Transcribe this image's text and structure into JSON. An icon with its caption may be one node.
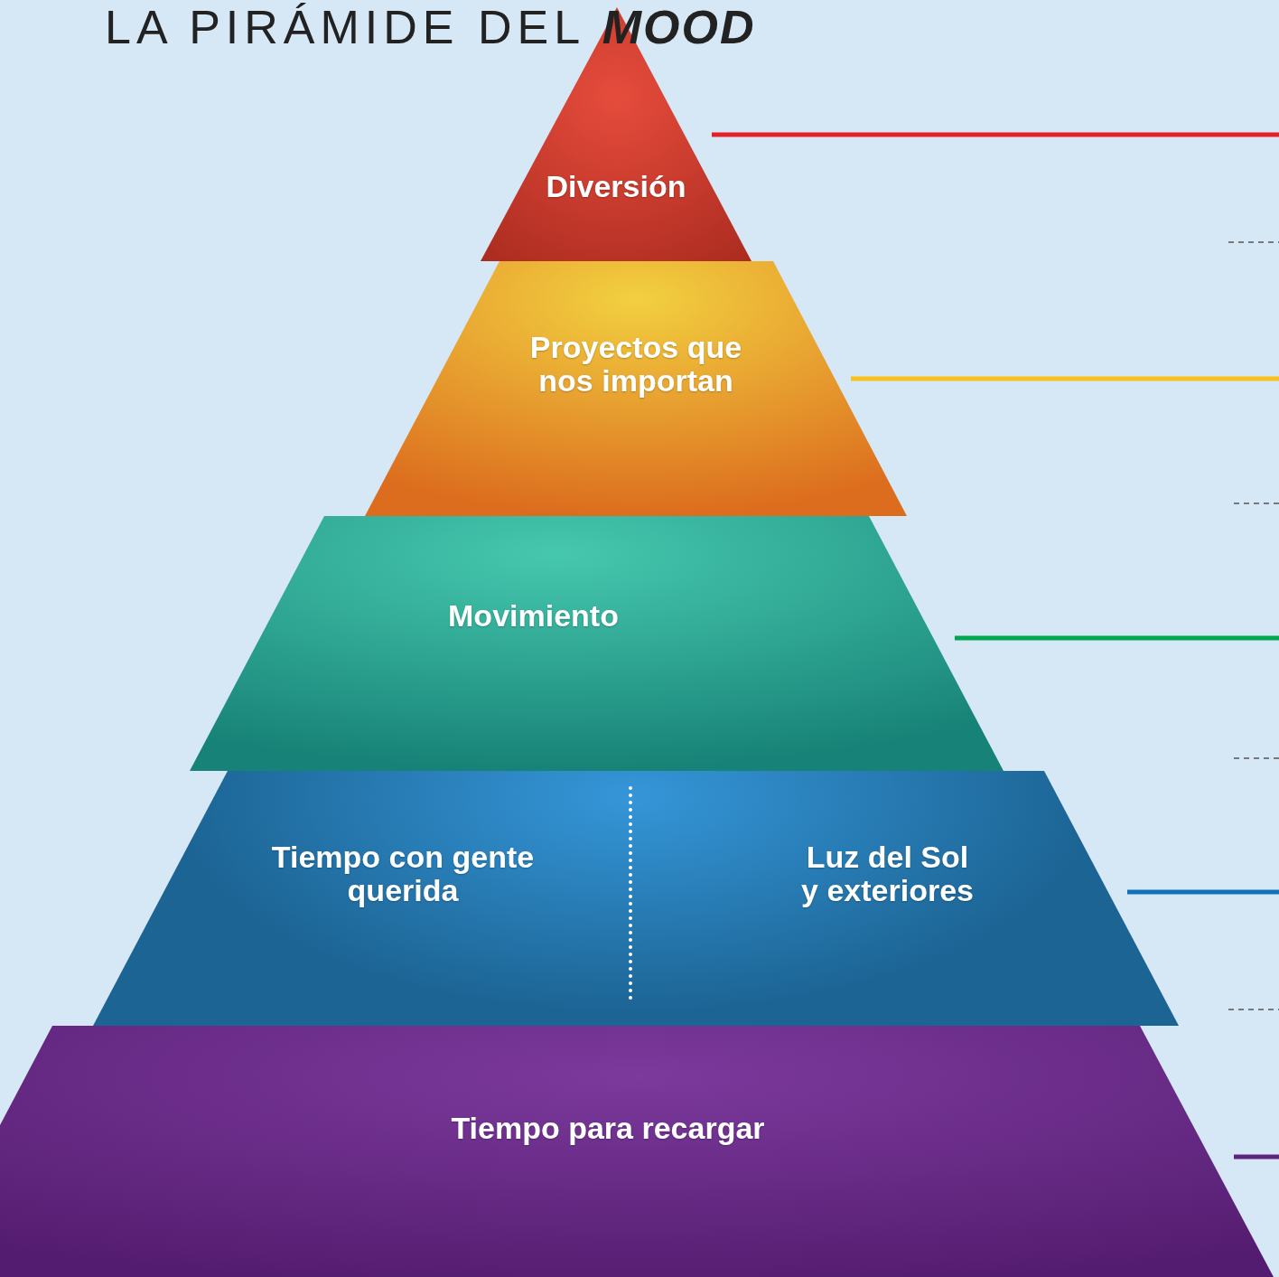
{
  "diagram": {
    "title": "LA PIRÁMIDE DEL **MOOD**",
    "nodes": [
      {
        "text": [
          "Diversión"
        ]
      },
      {
        "text": [
          "Proyectos que nos importan"
        ]
      },
      {
        "text": [
          "Movimiento"
        ]
      },
      {
        "text": [
          "Tiempo con gente querida"
        ]
      },
      {
        "text": [
          "Luz del Sol y exteriores"
        ]
      },
      {
        "text": [
          "Tiempo para recargar"
        ]
      }
    ]
  }
}
